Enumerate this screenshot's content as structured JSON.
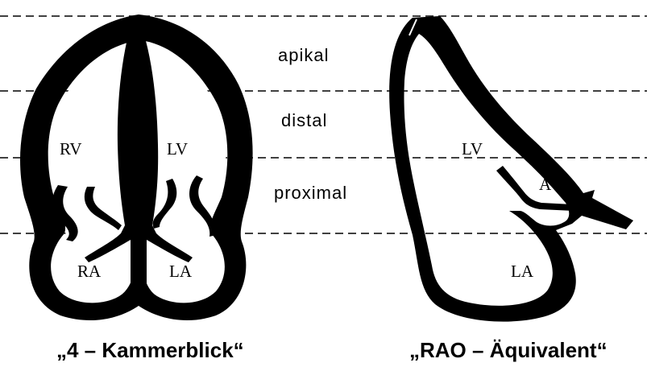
{
  "zones": {
    "apical": "apikal",
    "distal": "distal",
    "proximal": "proximal"
  },
  "four_chamber": {
    "rv": "RV",
    "lv": "LV",
    "ra": "RA",
    "la": "LA",
    "caption": "„4 – Kammerblick“"
  },
  "rao": {
    "lv": "LV",
    "a": "A",
    "la": "LA",
    "caption": "„RAO – Äquivalent“"
  },
  "colors": {
    "ink": "#000000",
    "background": "#ffffff"
  }
}
